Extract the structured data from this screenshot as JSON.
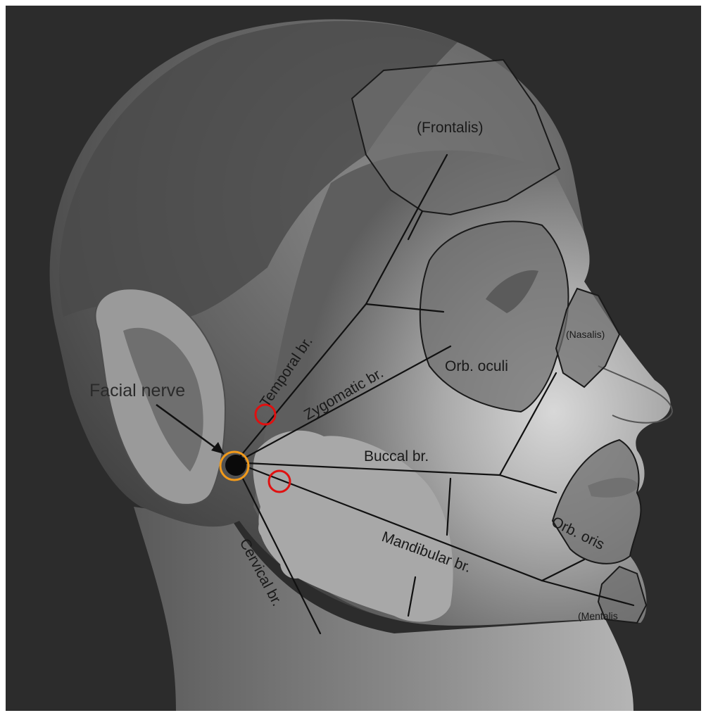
{
  "labels": {
    "frontalis": "(Frontalis)",
    "orb_oculi": "Orb. oculi",
    "nasalis": "(Nasalis)",
    "orb_oris": "Orb. oris",
    "mentalis": "(Mentalis",
    "facial_nerve": "Facial nerve",
    "temporal": "Temporal br.",
    "zygomatic": "Zygomatic br.",
    "buccal": "Buccal br.",
    "mandibular": "Mandibular br.",
    "cervical": "Cervical br."
  },
  "markers": {
    "origin_circle_color": "#f29a1a",
    "injection_circle_color": "#e01010",
    "origin_dot_color": "#0a0a0a"
  },
  "colors": {
    "background": "#2b2b2b",
    "skin": "#8f8f8f",
    "skin_highlight": "#d4d4d4",
    "muscle": "#6e6e6e",
    "gland": "#a9a9a9"
  }
}
